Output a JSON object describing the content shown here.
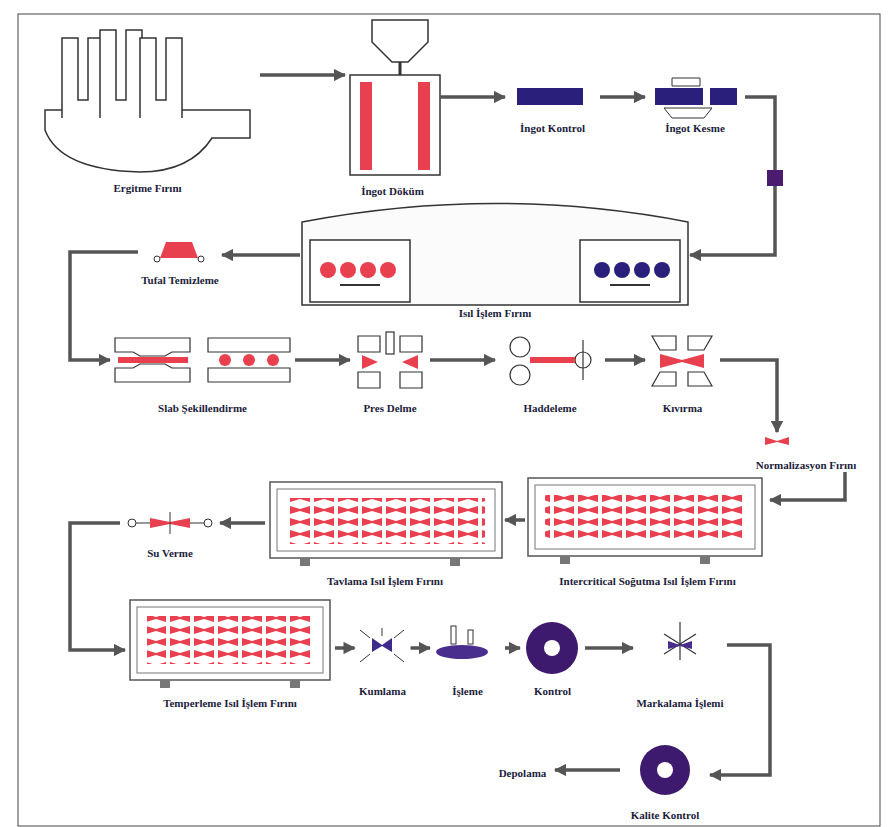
{
  "diagram": {
    "nodes": [
      {
        "text": [
          "Ergitme Fırını"
        ]
      },
      {
        "text": [
          "İngot Döküm"
        ]
      },
      {
        "text": [
          "İngot Kontrol"
        ]
      },
      {
        "text": [
          "İngot Kesme"
        ]
      },
      {
        "text": [
          "Isıl İşlem Fırını"
        ]
      },
      {
        "text": [
          "Tufal Temizleme"
        ]
      },
      {
        "text": [
          "Slab Şekillendirme"
        ]
      },
      {
        "text": [
          "Pres Delme"
        ]
      },
      {
        "text": [
          "Haddeleme"
        ]
      },
      {
        "text": [
          "Kıvırma"
        ]
      },
      {
        "text": [
          "Normalizasyon Fırını"
        ]
      },
      {
        "text": [
          "Intercritical Soğutma Isıl İşlem Fırını"
        ]
      },
      {
        "text": [
          "Tavlama Isıl İşlem Fırını"
        ]
      },
      {
        "text": [
          "Su Verme"
        ]
      },
      {
        "text": [
          "Temperleme Isıl İşlem Fırını"
        ]
      },
      {
        "text": [
          "Kumlama"
        ]
      },
      {
        "text": [
          "İşleme"
        ]
      },
      {
        "text": [
          "Kontrol"
        ]
      },
      {
        "text": [
          "Markalama İşlemi"
        ]
      },
      {
        "text": [
          "Kalite Kontrol"
        ]
      },
      {
        "text": [
          "Depolama"
        ]
      }
    ],
    "edges": [
      {
        "from": 0,
        "to": 1,
        "arrow": "to"
      },
      {
        "from": 1,
        "to": 2,
        "arrow": "to"
      },
      {
        "from": 2,
        "to": 3,
        "arrow": "to"
      },
      {
        "from": 3,
        "to": 4,
        "arrow": "to"
      },
      {
        "from": 4,
        "to": 5,
        "arrow": "to"
      },
      {
        "from": 5,
        "to": 6,
        "arrow": "to"
      },
      {
        "from": 6,
        "to": 7,
        "arrow": "to"
      },
      {
        "from": 7,
        "to": 8,
        "arrow": "to"
      },
      {
        "from": 8,
        "to": 9,
        "arrow": "to"
      },
      {
        "from": 9,
        "to": 10,
        "arrow": "to"
      },
      {
        "from": 10,
        "to": 11,
        "arrow": "to"
      },
      {
        "from": 11,
        "to": 12,
        "arrow": "to"
      },
      {
        "from": 12,
        "to": 13,
        "arrow": "to"
      },
      {
        "from": 13,
        "to": 14,
        "arrow": "to"
      },
      {
        "from": 14,
        "to": 15,
        "arrow": "to"
      },
      {
        "from": 15,
        "to": 16,
        "arrow": "to"
      },
      {
        "from": 16,
        "to": 17,
        "arrow": "to"
      },
      {
        "from": 17,
        "to": 18,
        "arrow": "to"
      },
      {
        "from": 18,
        "to": 19,
        "arrow": "to"
      },
      {
        "from": 19,
        "to": 20,
        "arrow": "to"
      }
    ]
  }
}
